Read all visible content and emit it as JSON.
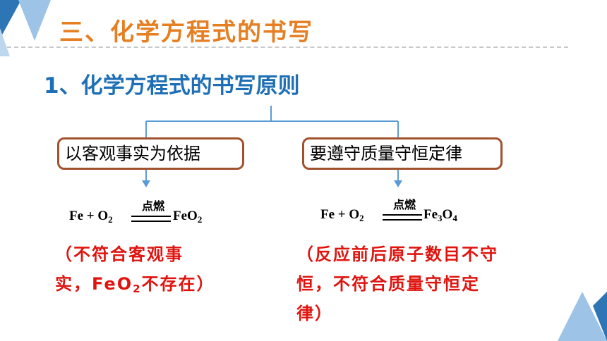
{
  "title": "三、化学方程式的书写",
  "subtitle": "1、化学方程式的书写原则",
  "principles": {
    "left": "以客观事实为依据",
    "right": "要遵守质量守恒定律"
  },
  "equations": {
    "left": {
      "reactant1": "Fe",
      "plus": "+",
      "reactant2": "O",
      "reactant2_sub": "2",
      "condition": "点燃",
      "product": "FeO",
      "product_sub": "2"
    },
    "right": {
      "reactant1": "Fe",
      "plus": "+",
      "reactant2": "O",
      "reactant2_sub": "2",
      "condition": "点燃",
      "product_a": "Fe",
      "product_a_sub": "3",
      "product_b": "O",
      "product_b_sub": "4"
    }
  },
  "notes": {
    "left_line1": "（不符合客观事",
    "left_line2a": "实，FeO",
    "left_line2_sub": "2",
    "left_line2b": "不存在）",
    "right_line1": "（反应前后原子数目不守",
    "right_line2": "恒，不符合质量守恒定",
    "right_line3": "律）"
  },
  "colors": {
    "title": "#e67e22",
    "subtitle": "#1e6fb5",
    "box_border": "#a0522d",
    "note": "#e0140f",
    "connector": "#5b9bd5",
    "deco_dark": "#2e75b6",
    "deco_light": "#9dc3e6"
  }
}
